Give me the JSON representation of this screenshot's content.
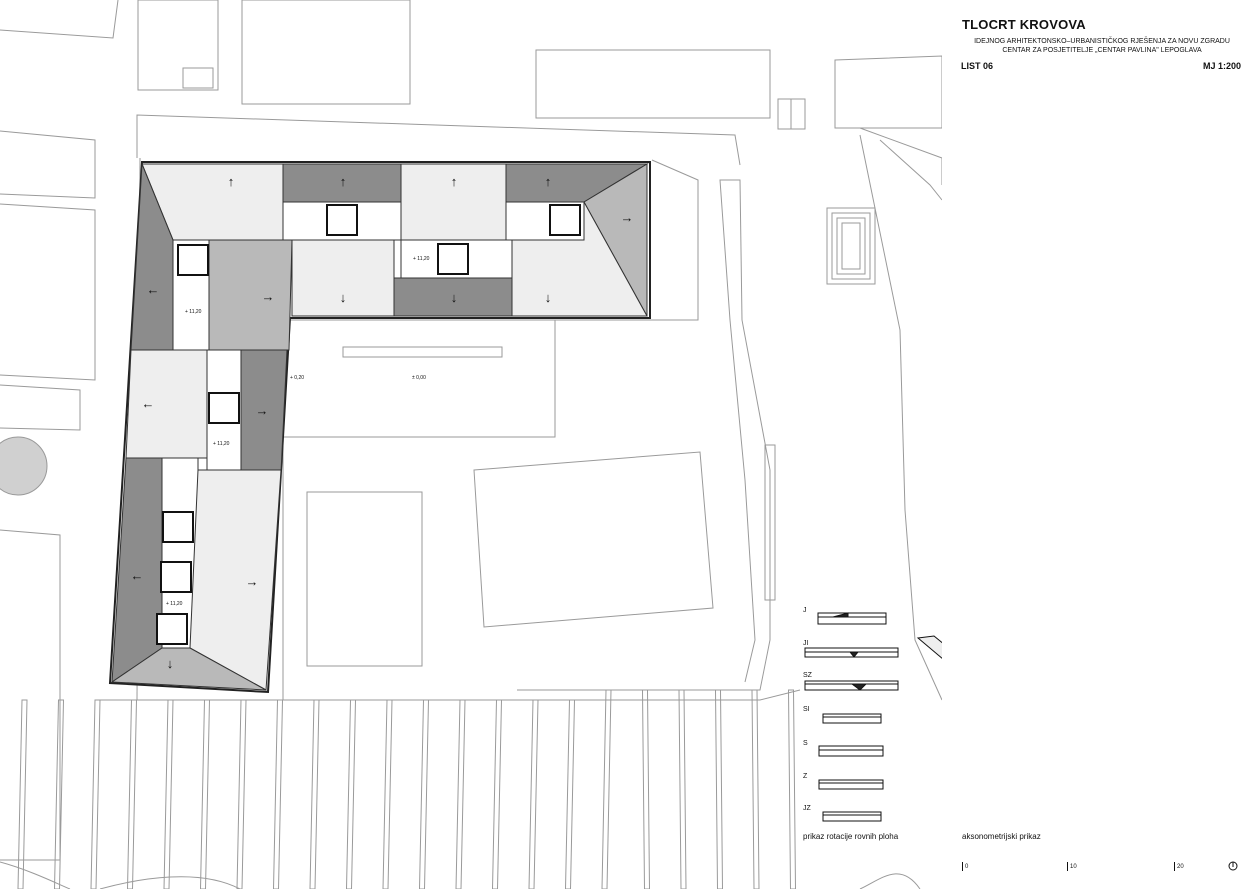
{
  "sheet": {
    "title": "TLOCRT KROVOVA",
    "subtitle_line1": "IDEJNOG ARHITEKTONSKO–URBANISTIČKOG RJEŠENJA ZA NOVU ZGRADU",
    "subtitle_line2": "CENTAR ZA POSJETITELJE „CENTAR PAVLINA\" LEPOGLAVA",
    "sheet_number": "LIST 06",
    "scale": "MJ 1:200"
  },
  "plan": {
    "elevations": {
      "west_wing_upper": "+ 11,20",
      "west_wing_middle": "+ 11,20",
      "west_wing_lower": "+ 11,20",
      "north_wing": "+ 11,20",
      "courtyard_edge": "+ 0,20",
      "courtyard": "± 0,00"
    },
    "slope_arrows": [
      "↑",
      "↑",
      "↑",
      "↑",
      "→",
      "↓",
      "↓",
      "↓",
      "←",
      "→",
      "←",
      "→",
      "←",
      "→",
      "↓"
    ]
  },
  "orientation": {
    "labels": [
      "J",
      "JI",
      "SZ",
      "SI",
      "S",
      "Z",
      "JZ"
    ],
    "caption": "prikaz rotacije rovnih ploha"
  },
  "axonometry": {
    "caption": "aksonometrijski prikaz"
  },
  "scalebar": {
    "labels": [
      "0",
      "10",
      "20"
    ]
  },
  "colors": {
    "dark_roof": "#8c8c8c",
    "mid_roof": "#b9b9b9",
    "light_roof": "#eeeeee",
    "lines": "#888888"
  }
}
